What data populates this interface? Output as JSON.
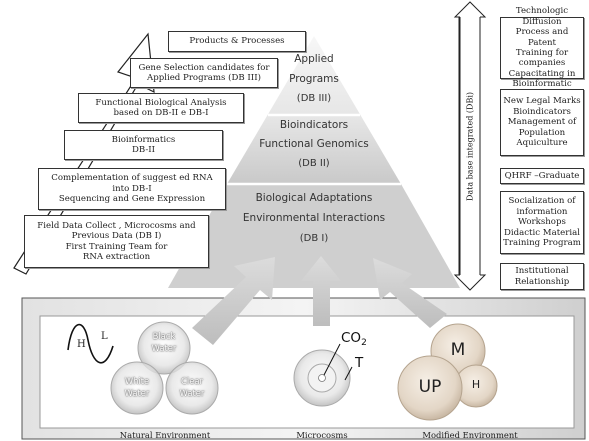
{
  "left_steps": [
    "Products & Processes",
    "Gene Selection candidates for\nApplied Programs (DB III)",
    "Functional Biological Analysis\nbased on DB-II e DB-I",
    "Bioinformatics\nDB-II",
    "Complementation of suggest ed RNA\ninto DB-I\nSequencing and Gene Expression",
    "Field Data Collect , Microcosms and\nPrevious Data (DB I)\nFirst Training Team for\nRNA extraction"
  ],
  "pyramid": {
    "top": {
      "line1": "Applied",
      "line2": "Programs",
      "line3": "(DB III)"
    },
    "middle": {
      "line1": "Bioindicators",
      "line2": "Functional Genomics",
      "line3": "(DB II)"
    },
    "bottom": {
      "line1": "Biological Adaptations",
      "line2": "Environmental Interactions",
      "line3": "(DB I)"
    }
  },
  "database_label": "Data base  integrated (DBi)",
  "right_boxes": [
    "Technologic Diffusion\nProcess and Patent\nTraining for companies\nCapacitating in\nBioinformatic",
    "New Legal Marks\nBioindicators\nManagement of\nPopulation\nAquiculture",
    "QHRF –Graduate",
    "Socialization of\ninformation\nWorkshops\nDidactic Material\nTraining Program",
    "Institutional\nRelationship"
  ],
  "natural": {
    "wave_h": "H",
    "wave_l": "L",
    "black": "Black\nWater",
    "white": "White\nWater",
    "clear": "Clear\nWater",
    "label": "Natural Environment"
  },
  "microcosm": {
    "co2_main": "CO",
    "co2_sub": "2",
    "t": "T",
    "label": "Microcosms"
  },
  "modified": {
    "m": "M",
    "up": "UP",
    "h": "H",
    "label": "Modified Environment"
  }
}
